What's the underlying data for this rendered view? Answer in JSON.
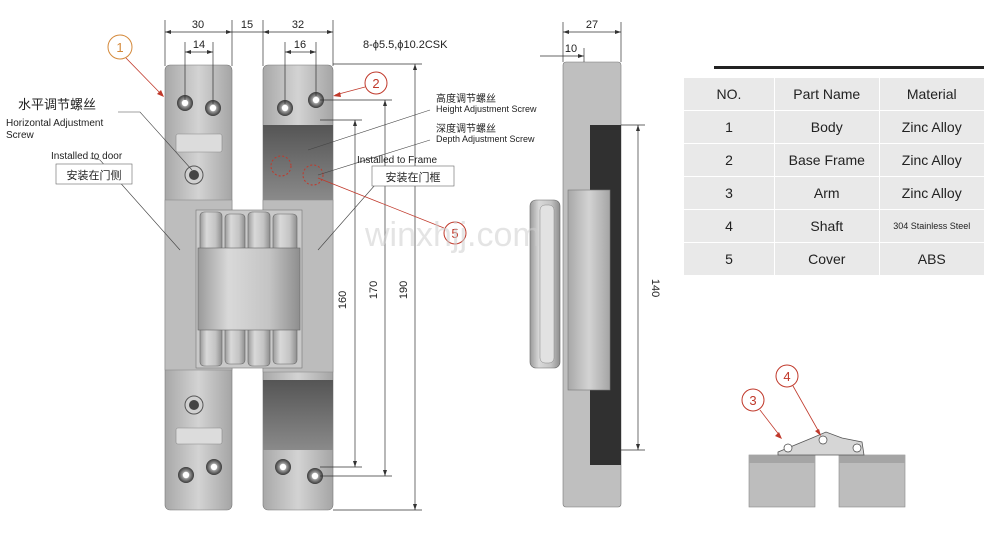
{
  "dimensions": {
    "left_total_width": "30",
    "left_hole_spacing": "14",
    "gap": "15",
    "right_total_width": "32",
    "right_hole_spacing": "16",
    "holes": "8-ϕ5.5,ϕ10.2CSK",
    "side_total": "27",
    "side_flange": "10",
    "h160": "160",
    "h170": "170",
    "h190": "190",
    "h140": "140"
  },
  "labels": {
    "horizontal_cn": "水平调节螺丝",
    "horizontal_en": "Horizontal Adjustment Screw",
    "door_en": "Installed to door",
    "door_cn": "安装在门侧",
    "height_cn": "高度调节螺丝",
    "height_en": "Height Adjustment Screw",
    "depth_cn": "深度调节螺丝",
    "depth_en": "Depth Adjustment Screw",
    "frame_en": "Installed to Frame",
    "frame_cn": "安装在门框"
  },
  "callouts": [
    "1",
    "2",
    "3",
    "4",
    "5"
  ],
  "watermark": "winxhjj.com",
  "colors": {
    "callout": "#c0392b",
    "metal": "#b8b8b8",
    "table_bg": "#e9e9e9"
  },
  "table": {
    "headers": [
      "NO.",
      "Part Name",
      "Material"
    ],
    "rows": [
      [
        "1",
        "Body",
        "Zinc Alloy"
      ],
      [
        "2",
        "Base Frame",
        "Zinc Alloy"
      ],
      [
        "3",
        "Arm",
        "Zinc Alloy"
      ],
      [
        "4",
        "Shaft",
        "304 Stainless Steel"
      ],
      [
        "5",
        "Cover",
        "ABS"
      ]
    ]
  }
}
